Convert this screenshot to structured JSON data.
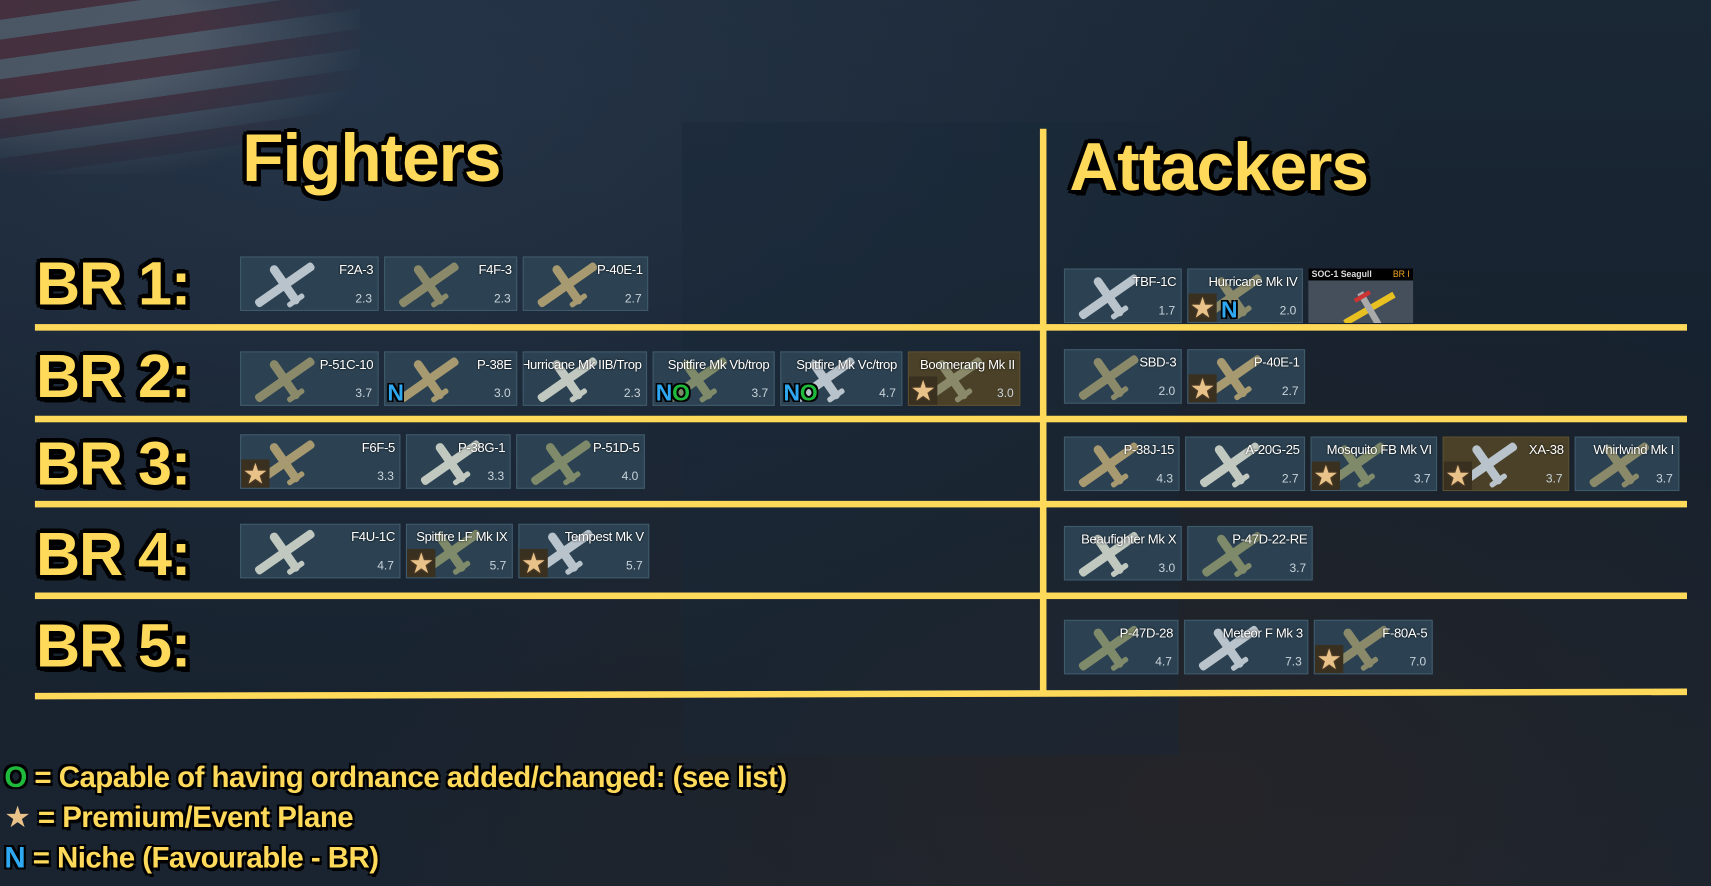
{
  "headers": {
    "fighters": "Fighters",
    "attackers": "Attackers"
  },
  "br_labels": [
    "BR 1:",
    "BR 2:",
    "BR 3:",
    "BR 4:",
    "BR 5:"
  ],
  "colors": {
    "accent": "#ffd95a",
    "niche": "#2ea8f0",
    "ordnance": "#1fb93b",
    "card": "#2c4252",
    "premium_card": "#4a4128"
  },
  "fighters": [
    [
      {
        "name": "F2A-3",
        "br": "2.3"
      },
      {
        "name": "F4F-3",
        "br": "2.3"
      },
      {
        "name": "P-40E-1",
        "br": "2.7"
      }
    ],
    [
      {
        "name": "P-51C-10",
        "br": "3.7"
      },
      {
        "name": "P-38E",
        "br": "3.0",
        "niche": true
      },
      {
        "name": "Hurricane Mk IIB/Trop",
        "br": "2.3"
      },
      {
        "name": "Spitfire Mk Vb/trop",
        "br": "3.7",
        "niche": true,
        "ordnance": true
      },
      {
        "name": "Spitfire Mk Vc/trop",
        "br": "4.7",
        "niche": true,
        "ordnance": true
      },
      {
        "name": "Boomerang Mk II",
        "br": "3.0",
        "premium": true,
        "prem_bg": true
      }
    ],
    [
      {
        "name": "F6F-5",
        "br": "3.3",
        "premium": true
      },
      {
        "name": "P-38G-1",
        "br": "3.3"
      },
      {
        "name": "P-51D-5",
        "br": "4.0"
      }
    ],
    [
      {
        "name": "F4U-1C",
        "br": "4.7"
      },
      {
        "name": "Spitfire LF Mk IX",
        "br": "5.7",
        "premium": true
      },
      {
        "name": "Tempest Mk V",
        "br": "5.7",
        "premium": true
      }
    ],
    []
  ],
  "attackers": [
    [
      {
        "name": "TBF-1C",
        "br": "1.7"
      },
      {
        "name": "Hurricane Mk IV",
        "br": "2.0",
        "premium": true,
        "niche": true
      },
      {
        "name": "SOC-1 Seagull",
        "br": "BR I",
        "style": "seagull"
      }
    ],
    [
      {
        "name": "SBD-3",
        "br": "2.0"
      },
      {
        "name": "P-40E-1",
        "br": "2.7",
        "premium": true
      }
    ],
    [
      {
        "name": "P-38J-15",
        "br": "4.3"
      },
      {
        "name": "A-20G-25",
        "br": "2.7"
      },
      {
        "name": "Mosquito FB Mk VI",
        "br": "3.7",
        "premium": true
      },
      {
        "name": "XA-38",
        "br": "3.7",
        "premium": true,
        "prem_bg": true
      },
      {
        "name": "Whirlwind Mk I",
        "br": "3.7"
      }
    ],
    [
      {
        "name": "Beaufighter Mk X",
        "br": "3.0"
      },
      {
        "name": "P-47D-22-RE",
        "br": "3.7"
      }
    ],
    [
      {
        "name": "P-47D-28",
        "br": "4.7"
      },
      {
        "name": "Meteor F Mk 3",
        "br": "7.3"
      },
      {
        "name": "F-80A-5",
        "br": "7.0",
        "premium": true
      }
    ]
  ],
  "legend": [
    {
      "symbol": "O",
      "text": "= Capable of having ordnance added/changed: (see list)"
    },
    {
      "symbol": "★",
      "text": " = Premium/Event Plane"
    },
    {
      "symbol": "N",
      "text": "= Niche (Favourable - BR)"
    }
  ]
}
